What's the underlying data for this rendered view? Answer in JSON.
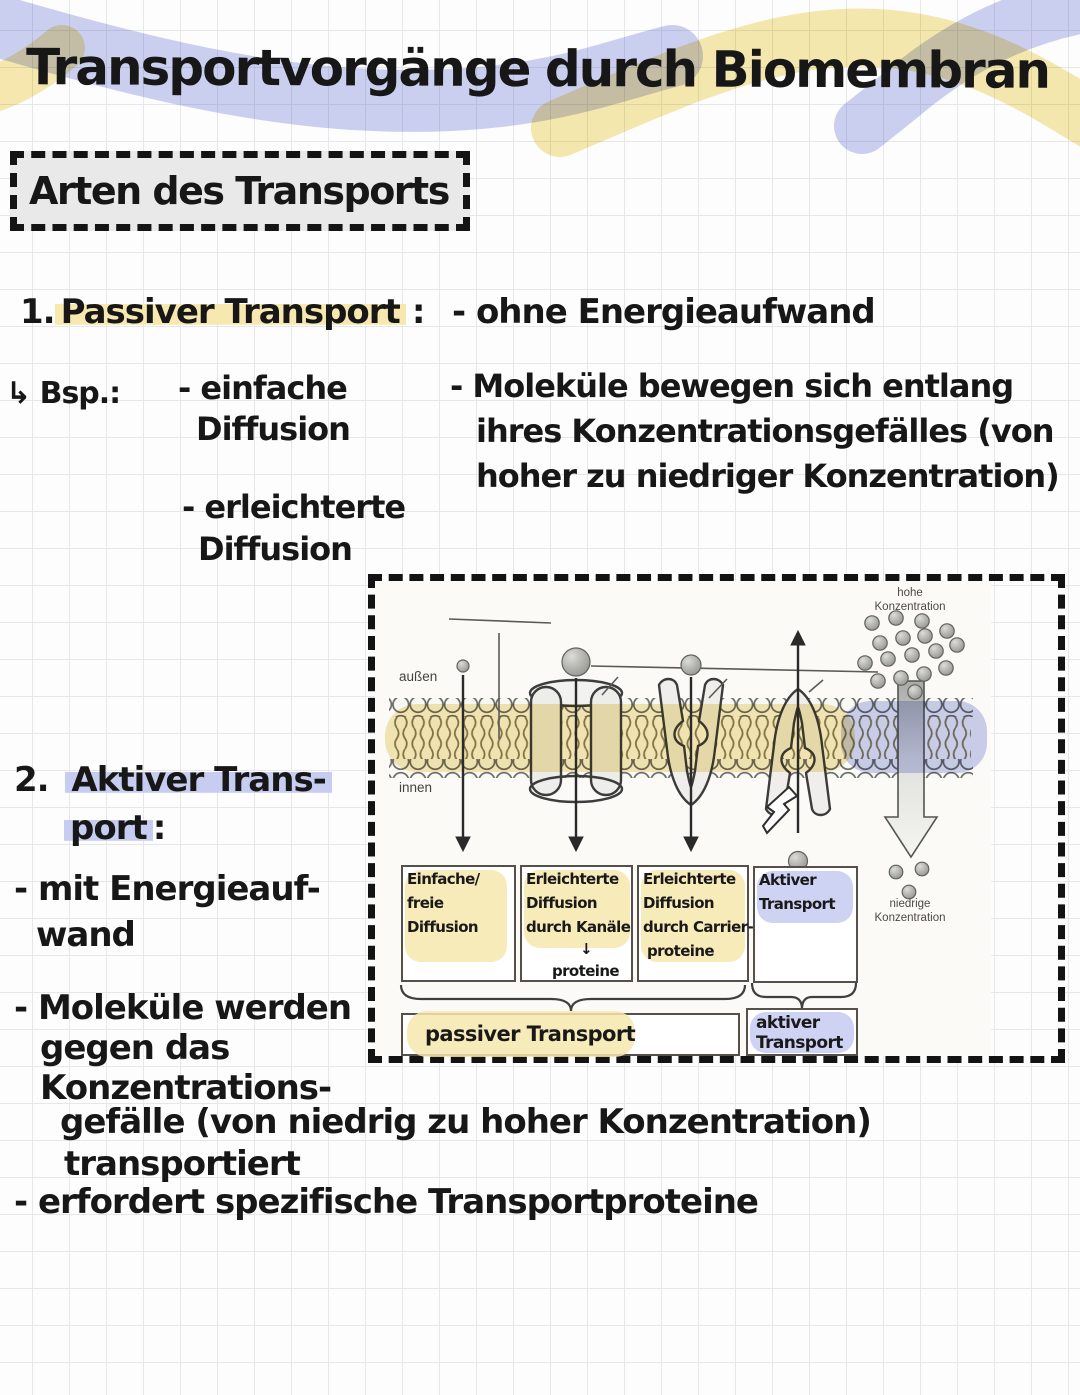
{
  "page": {
    "title": "Transportvorgänge durch Biomembran"
  },
  "section_heading": "Arten des Transports",
  "passive": {
    "num": "1.",
    "term": "Passiver Transport",
    "colon": ":",
    "point_energy": "- ohne Energieaufwand",
    "bsp": "↳ Bsp.:",
    "ex1_l1": "- einfache",
    "ex1_l2": "Diffusion",
    "ex2_l1": "- erleichterte",
    "ex2_l2": "Diffusion",
    "mol_l1": "- Moleküle bewegen sich entlang",
    "mol_l2": "ihres Konzentrationsgefälles (von",
    "mol_l3": "hoher zu niedriger Konzentration)"
  },
  "active": {
    "num": "2.",
    "term_l1": "Aktiver Trans-",
    "term_l2": "port",
    "colon": ":",
    "p1_l1": "- mit Energieauf-",
    "p1_l2": "wand",
    "p2_l1": "- Moleküle werden",
    "p2_l2": "gegen das",
    "p2_l3": "Konzentrations-",
    "p2_l4": "gefälle (von niedrig zu hoher Konzentration)",
    "p2_l5": "transportiert",
    "p3": "- erfordert spezifische Transportproteine"
  },
  "diagram": {
    "labels": {
      "outside": "außen",
      "inside": "innen",
      "high_l1": "hohe",
      "high_l2": "Konzentration",
      "low_l1": "niedrige",
      "low_l2": "Konzentration"
    },
    "boxes": [
      {
        "l1": "Einfache/",
        "l2": "freie",
        "l3": "Diffusion"
      },
      {
        "l1": "Erleichterte",
        "l2": "Diffusion",
        "l3": "durch Kanäle",
        "l4": "↓",
        "l5": "proteine"
      },
      {
        "l1": "Erleichterte",
        "l2": "Diffusion",
        "l3": "durch Carrier-",
        "l4": "proteine"
      },
      {
        "l1": "Aktiver",
        "l2": "Transport"
      }
    ],
    "summary": {
      "passive": "passiver Transport",
      "active_l1": "aktiver",
      "active_l2": "Transport"
    }
  },
  "colors": {
    "ink": "#171717",
    "marker_yellow": "#f7e8b0",
    "marker_purple": "#c7ccf1",
    "wave_yellow": "#f6e7a8",
    "wave_lavender": "#c9cdf0",
    "heading_box_gray": "#e9e9e9",
    "membrane_highlight_yellow": "#f2df9b",
    "membrane_highlight_purple": "#b7bee9"
  }
}
